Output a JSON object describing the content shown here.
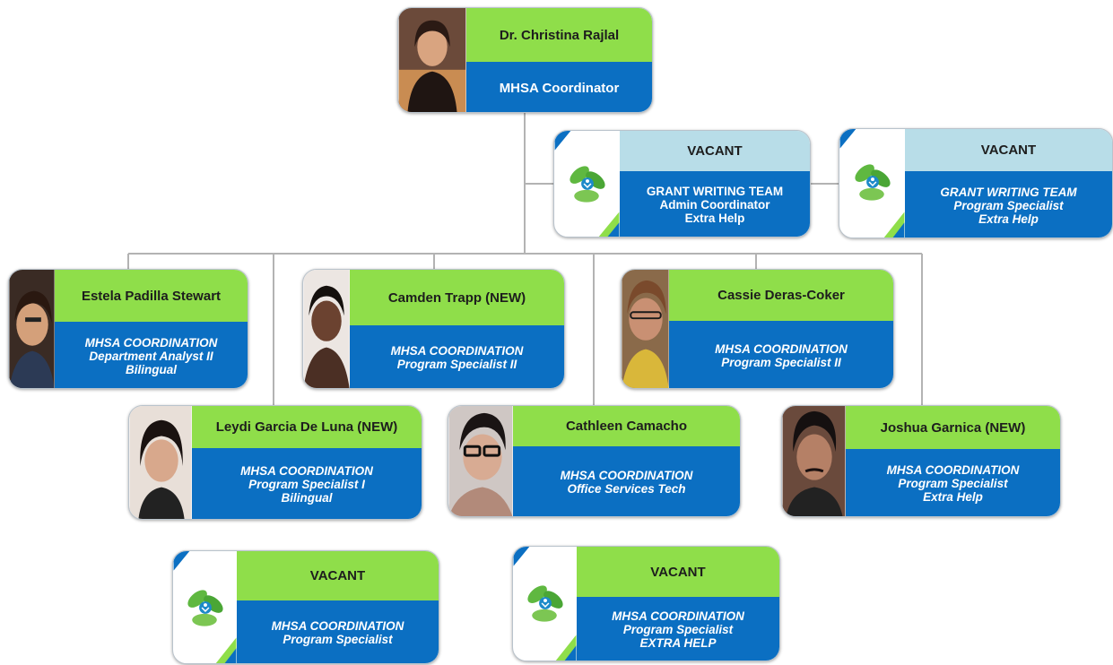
{
  "colors": {
    "name_bg_green": "#8fde4a",
    "name_bg_vacant_top": "#b8dde8",
    "role_bg_blue": "#0b6fc2",
    "connector": "#b3b3b3"
  },
  "coordinator": {
    "name": "Dr. Christina Rajlal",
    "title": "MHSA Coordinator"
  },
  "grant_writing": [
    {
      "name": "VACANT",
      "lines": [
        "GRANT WRITING TEAM",
        "Admin Coordinator",
        "Extra Help"
      ]
    },
    {
      "name": "VACANT",
      "lines": [
        "GRANT WRITING TEAM",
        "Program Specialist",
        "Extra Help"
      ]
    }
  ],
  "staff": [
    {
      "name": "Estela Padilla Stewart",
      "lines": [
        "MHSA COORDINATION",
        "Department Analyst II",
        "Bilingual"
      ]
    },
    {
      "name": "Camden Trapp (NEW)",
      "lines": [
        "MHSA COORDINATION",
        "Program Specialist II"
      ]
    },
    {
      "name": "Cassie Deras-Coker",
      "lines": [
        "MHSA COORDINATION",
        "Program Specialist II"
      ]
    },
    {
      "name": "Leydi Garcia De Luna (NEW)",
      "lines": [
        "MHSA COORDINATION",
        "Program Specialist I",
        "Bilingual"
      ]
    },
    {
      "name": "Cathleen Camacho",
      "lines": [
        "MHSA COORDINATION",
        "Office Services Tech"
      ]
    },
    {
      "name": "Joshua Garnica (NEW)",
      "lines": [
        "MHSA COORDINATION",
        "Program Specialist",
        "Extra Help"
      ]
    }
  ],
  "vacancies": [
    {
      "name": "VACANT",
      "lines": [
        "MHSA COORDINATION",
        "Program Specialist"
      ]
    },
    {
      "name": "VACANT",
      "lines": [
        "MHSA COORDINATION",
        "Program Specialist",
        "EXTRA HELP"
      ]
    }
  ],
  "icons": {
    "logo": "mhsa-leaf-logo",
    "photo": "person-photo"
  }
}
